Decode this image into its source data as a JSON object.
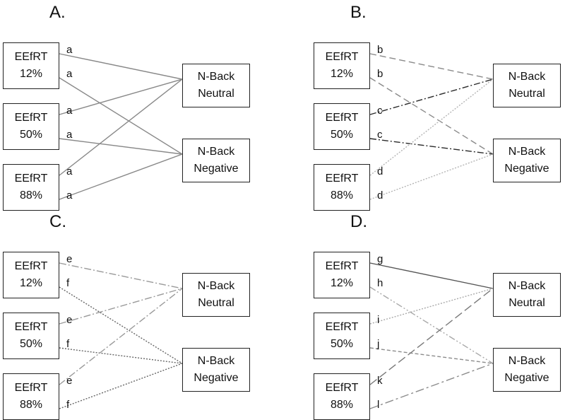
{
  "panels": [
    {
      "label": "A.",
      "sources": [
        {
          "line1": "EEfRT",
          "line2": "12%",
          "top": "a",
          "bottom": "a"
        },
        {
          "line1": "EEfRT",
          "line2": "50%",
          "top": "a",
          "bottom": "a"
        },
        {
          "line1": "EEfRT",
          "line2": "88%",
          "top": "a",
          "bottom": "a"
        }
      ],
      "targets": [
        {
          "line1": "N-Back",
          "line2": "Neutral"
        },
        {
          "line1": "N-Back",
          "line2": "Negative"
        }
      ],
      "styles": {
        "a": {
          "color": "#888888",
          "dash": ""
        }
      }
    },
    {
      "label": "B.",
      "sources": [
        {
          "line1": "EEfRT",
          "line2": "12%",
          "top": "b",
          "bottom": "b"
        },
        {
          "line1": "EEfRT",
          "line2": "50%",
          "top": "c",
          "bottom": "c"
        },
        {
          "line1": "EEfRT",
          "line2": "88%",
          "top": "d",
          "bottom": "d"
        }
      ],
      "targets": [
        {
          "line1": "N-Back",
          "line2": "Neutral"
        },
        {
          "line1": "N-Back",
          "line2": "Negative"
        }
      ],
      "styles": {
        "b": {
          "color": "#8a8a8a",
          "dash": "9,5"
        },
        "c": {
          "color": "#2a2a2a",
          "dash": "9,3,2,3"
        },
        "d": {
          "color": "#b5b5b5",
          "dash": "2,2"
        }
      }
    },
    {
      "label": "C.",
      "sources": [
        {
          "line1": "EEfRT",
          "line2": "12%",
          "top": "e",
          "bottom": "f"
        },
        {
          "line1": "EEfRT",
          "line2": "50%",
          "top": "e",
          "bottom": "f"
        },
        {
          "line1": "EEfRT",
          "line2": "88%",
          "top": "e",
          "bottom": "f"
        }
      ],
      "targets": [
        {
          "line1": "N-Back",
          "line2": "Neutral"
        },
        {
          "line1": "N-Back",
          "line2": "Negative"
        }
      ],
      "styles": {
        "e": {
          "color": "#9a9a9a",
          "dash": "10,3,2,3"
        },
        "f": {
          "color": "#666666",
          "dash": "2,2"
        }
      }
    },
    {
      "label": "D.",
      "sources": [
        {
          "line1": "EEfRT",
          "line2": "12%",
          "top": "g",
          "bottom": "h"
        },
        {
          "line1": "EEfRT",
          "line2": "50%",
          "top": "i",
          "bottom": "j"
        },
        {
          "line1": "EEfRT",
          "line2": "88%",
          "top": "k",
          "bottom": "l"
        }
      ],
      "targets": [
        {
          "line1": "N-Back",
          "line2": "Neutral"
        },
        {
          "line1": "N-Back",
          "line2": "Negative"
        }
      ],
      "styles": {
        "g": {
          "color": "#555555",
          "dash": ""
        },
        "h": {
          "color": "#a8a8a8",
          "dash": "9,3,2,3,2,3"
        },
        "i": {
          "color": "#aaaaaa",
          "dash": "2,2"
        },
        "j": {
          "color": "#8c8c8c",
          "dash": "5,3"
        },
        "k": {
          "color": "#7a7a7a",
          "dash": "12,5"
        },
        "l": {
          "color": "#8c8c8c",
          "dash": "12,4,3,4"
        }
      }
    }
  ]
}
